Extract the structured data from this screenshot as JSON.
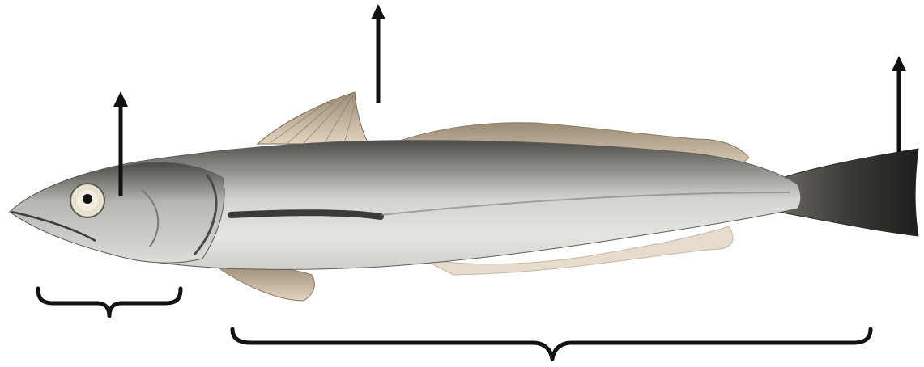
{
  "figure": {
    "background": "#ffffff",
    "subject": "fish-hake",
    "colors": {
      "annotation": "#111111",
      "body_silver": "#c9c9c6",
      "back_dark": "#5b5a56",
      "fin": "#d8c6ae",
      "fin_dark": "#8c7a66",
      "tail": "#2f2e2c",
      "eye_ring": "#e9e2cf",
      "belly": "#eeeeec"
    },
    "annotations": {
      "arrows": [
        {
          "name": "head-arrow",
          "points_to": "head"
        },
        {
          "name": "dorsal-arrow",
          "points_to": "first-dorsal-fin"
        },
        {
          "name": "tail-arrow",
          "points_to": "caudal-fin"
        }
      ],
      "braces": [
        {
          "name": "head-brace",
          "spans": "head"
        },
        {
          "name": "body-brace",
          "spans": "body"
        }
      ]
    }
  }
}
